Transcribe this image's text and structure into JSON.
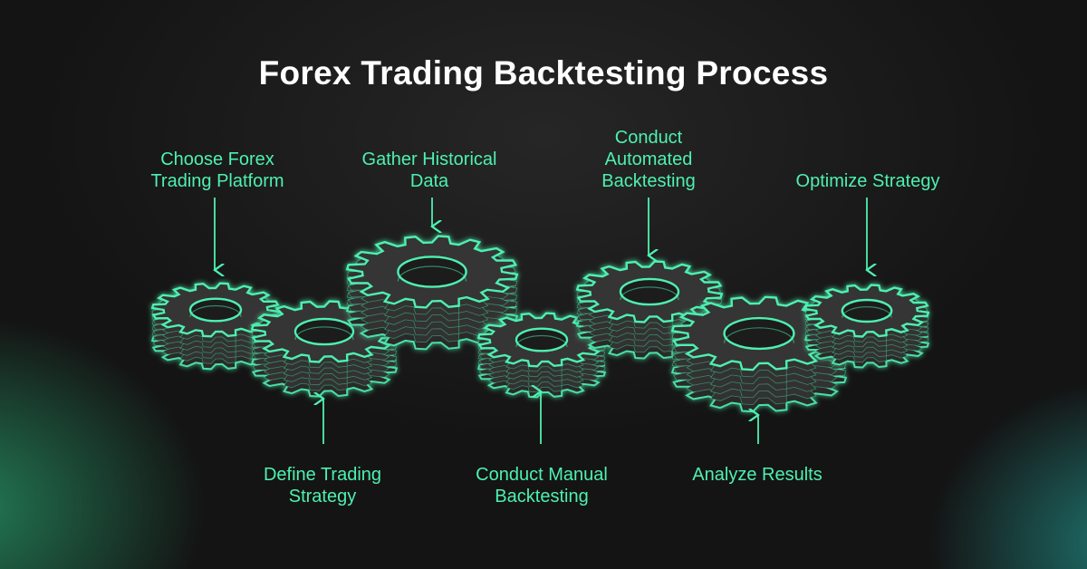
{
  "title": "Forex Trading Backtesting Process",
  "accent_color": "#4ef0b0",
  "steps": [
    {
      "lines": [
        "Choose Forex",
        "Trading Platform"
      ],
      "position": "top"
    },
    {
      "lines": [
        "Define Trading",
        "Strategy"
      ],
      "position": "bottom"
    },
    {
      "lines": [
        "Gather Historical",
        "Data"
      ],
      "position": "top"
    },
    {
      "lines": [
        "Conduct Manual",
        "Backtesting"
      ],
      "position": "bottom"
    },
    {
      "lines": [
        "Conduct",
        "Automated",
        "Backtesting"
      ],
      "position": "top"
    },
    {
      "lines": [
        "Analyze Results"
      ],
      "position": "bottom"
    },
    {
      "lines": [
        "Optimize Strategy"
      ],
      "position": "top"
    }
  ]
}
